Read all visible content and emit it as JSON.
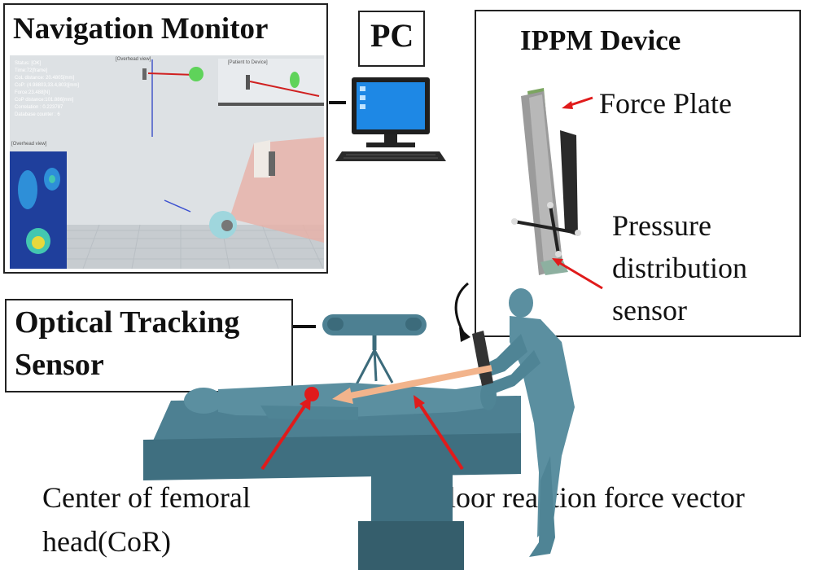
{
  "panels": {
    "navigation_monitor": "Navigation Monitor",
    "pc": "PC",
    "ippm_device": "IPPM Device",
    "optical_tracking_sensor_line1": "Optical Tracking",
    "optical_tracking_sensor_line2": "Sensor"
  },
  "labels": {
    "force_plate": "Force Plate",
    "pressure_line1": "Pressure",
    "pressure_line2": "distribution",
    "pressure_line3": "sensor",
    "cor_line1": "Center of femoral",
    "cor_line2": "head(CoR)",
    "floor_reaction": "Floor reaction force vector"
  },
  "monitor": {
    "overhead_view": "[Overhead view]",
    "patient_view": "[Patient to Device]",
    "overhead_view_2": "[Overhead view]",
    "status_lines": [
      "Status: [OK]",
      "Time:72[frame]",
      "CoL distance: 20.4805[mm]",
      "CoP: (4.98803,33.4,803)[mm]",
      "Force:23.488[N]",
      "CoP distance:101.886[mm]",
      "Correlation : 0.223787",
      "Database counter : 6"
    ]
  },
  "colors": {
    "body": "#5b8fa0",
    "body_dark": "#3f6f80",
    "bed": "#4d8092",
    "arrow_red": "#e01b1b",
    "force_vector": "#f2b48c"
  }
}
